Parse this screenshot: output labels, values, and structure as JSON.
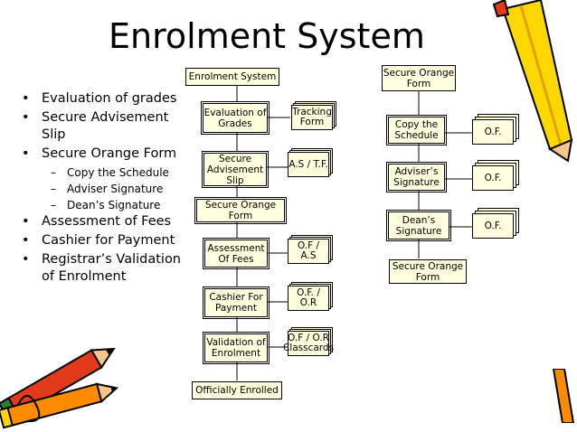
{
  "title": "Enrolment System",
  "bullets": [
    {
      "text": "Evaluation of grades"
    },
    {
      "text": "Secure Advisement Slip"
    },
    {
      "text": "Secure Orange Form",
      "subs": [
        "Copy the Schedule",
        "Adviser Signature",
        "Dean’s Signature"
      ]
    },
    {
      "text": "Assessment of Fees"
    },
    {
      "text": "Cashier for Payment"
    },
    {
      "text": "Registrar’s Validation of Enrolment"
    }
  ],
  "flow_left": {
    "start": "Enrolment System",
    "evaluation": "Evaluation of Grades",
    "advisement": "Secure Advisement Slip",
    "orange_form": "Secure Orange Form",
    "assessment": "Assessment Of Fees",
    "cashier": "Cashier For Payment",
    "validation": "Validation of Enrolment",
    "end": "Officially Enrolled"
  },
  "docs_left": {
    "tracking": "Tracking Form",
    "as_tf": "A.S / T.F.",
    "of_as": "O.F / A.S",
    "of_or": "O.F. / O.R",
    "of_or_classcards": "O.F / O.R Classcards"
  },
  "flow_right": {
    "start": "Secure Orange Form",
    "copy": "Copy the Schedule",
    "adviser": "Adviser’s Signature",
    "dean": "Dean’s Signature",
    "end": "Secure Orange Form"
  },
  "docs_right": {
    "of1": "O.F.",
    "of2": "O.F.",
    "of3": "O.F."
  },
  "colors": {
    "box_fill": "#ffffe0",
    "pencil_yellow": "#ffd700",
    "pencil_orange": "#ff8c00",
    "pencil_red": "#e23b1c"
  },
  "icons": [
    "pencil-icon"
  ]
}
